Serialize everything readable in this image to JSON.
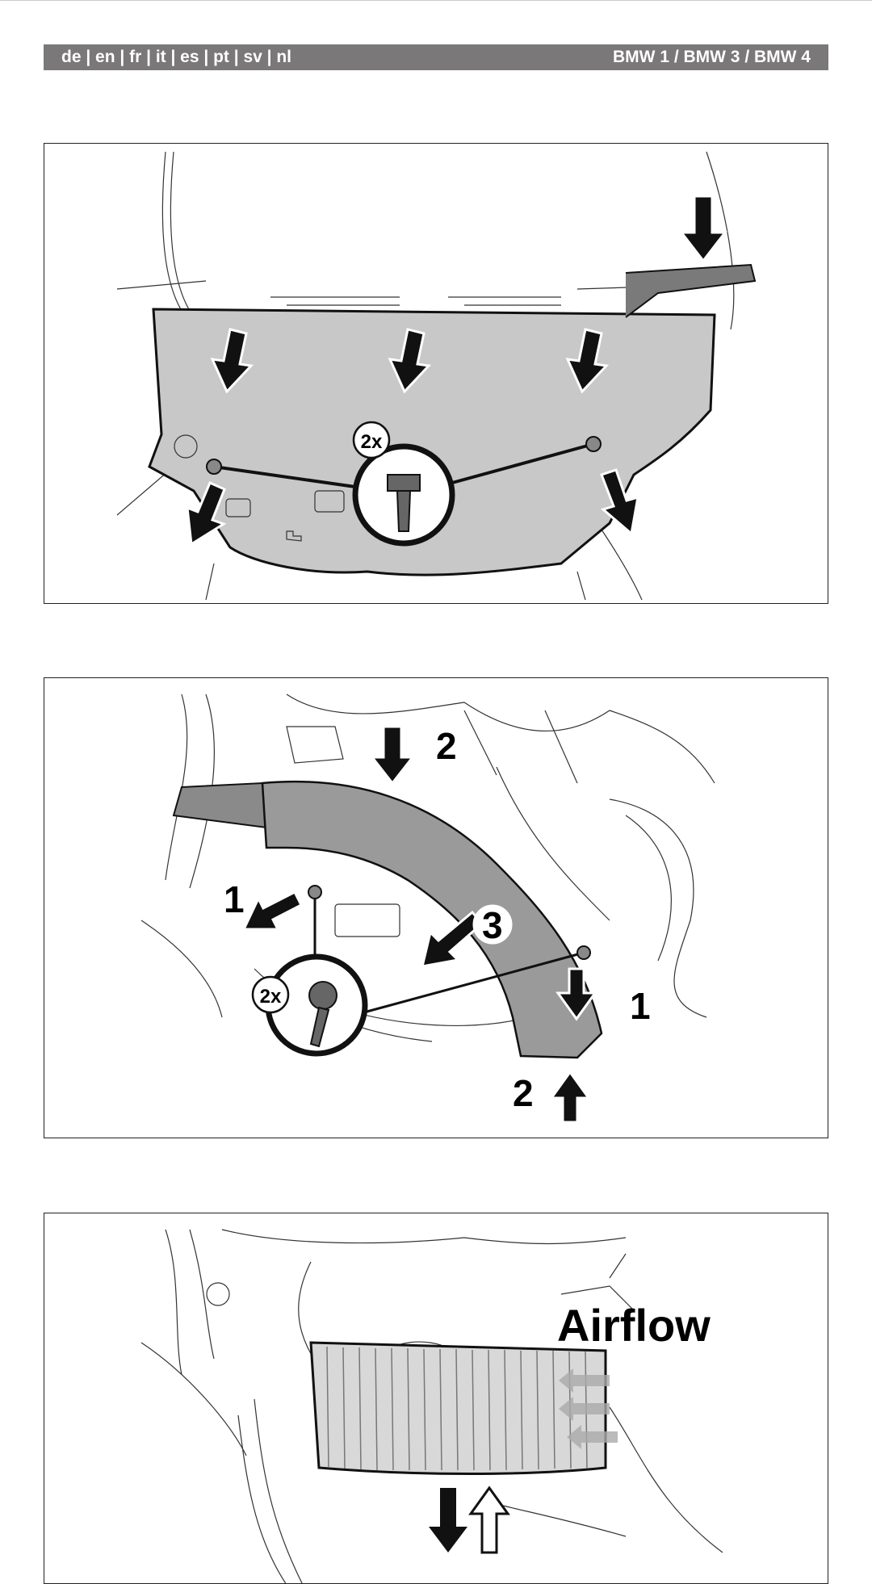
{
  "header": {
    "languages": "de | en | fr | it | es | pt | sv | nl",
    "models": "BMW 1 / BMW 3 / BMW 4"
  },
  "step1": {
    "quantity": "2x"
  },
  "step2": {
    "quantity": "2x",
    "labels": [
      "1",
      "1",
      "2",
      "2",
      "3"
    ]
  },
  "step3": {
    "airflow": "Airflow"
  }
}
